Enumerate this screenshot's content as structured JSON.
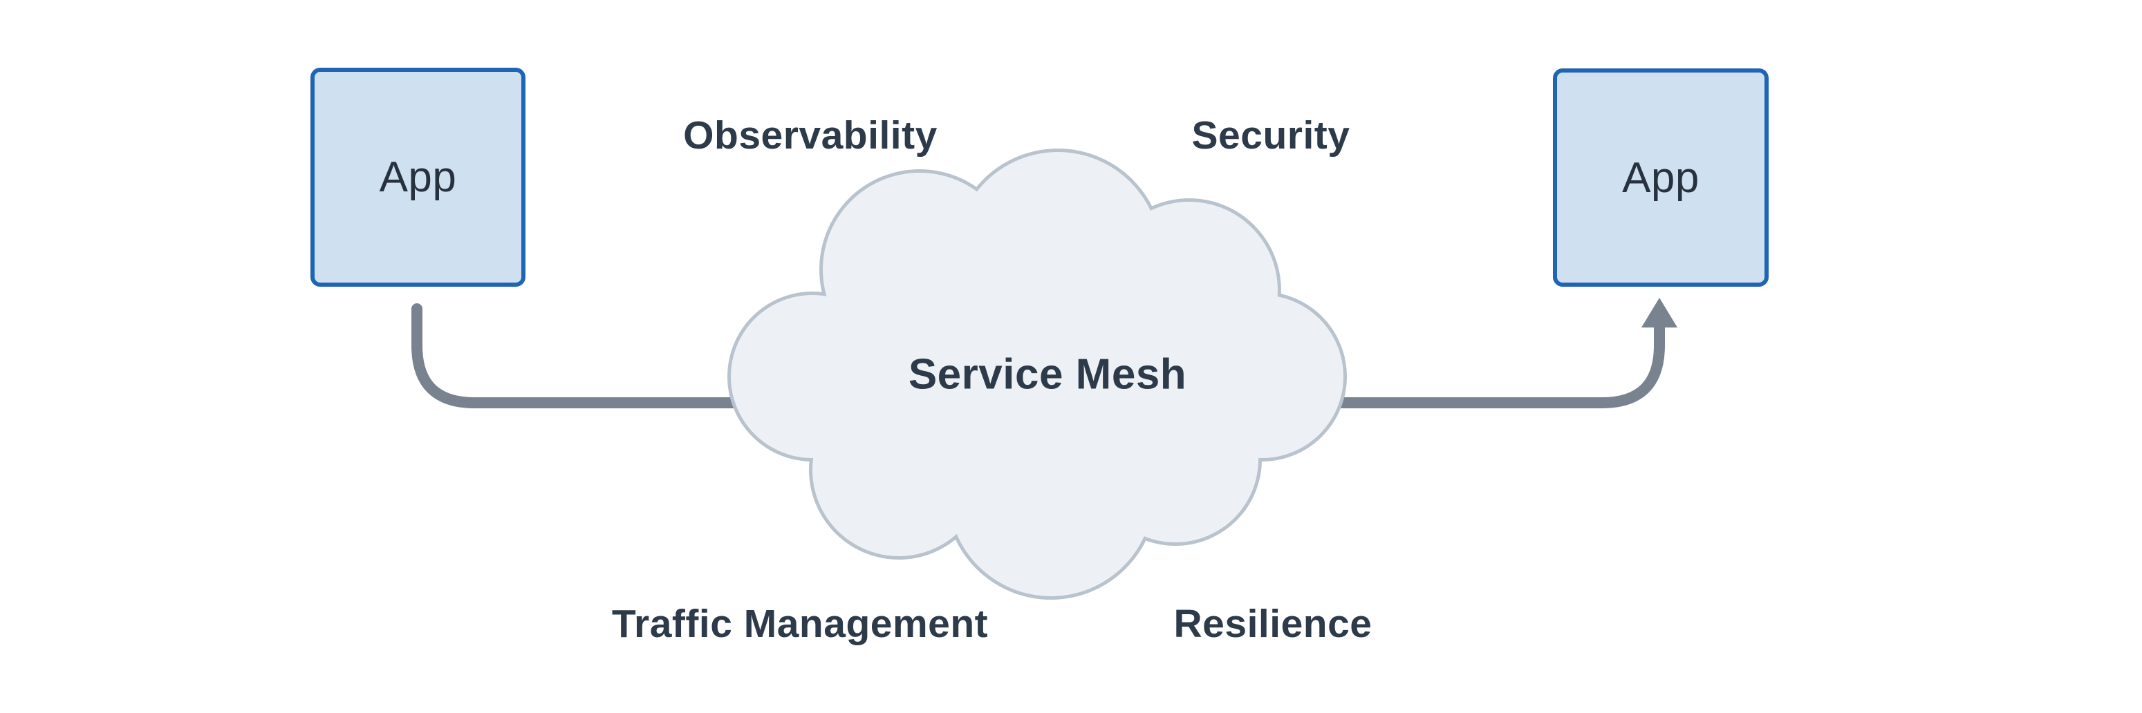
{
  "diagram": {
    "cloud_title": "Service Mesh",
    "left_app": {
      "label": "App"
    },
    "right_app": {
      "label": "App"
    },
    "feature_labels": {
      "top_left": "Observability",
      "top_right": "Security",
      "bottom_left": "Traffic Management",
      "bottom_right": "Resilience"
    },
    "colors": {
      "app_box_fill": "#cfe0f0",
      "app_box_border": "#2065b5",
      "cloud_fill": "#edf1f5",
      "cloud_border": "#b9c3ce",
      "connector_line": "#78838f",
      "text": "#2d3a4a",
      "background": "#ffffff"
    },
    "connector": {
      "description_from": "left App",
      "description_to": "right App",
      "passes_behind": "Service Mesh cloud"
    }
  }
}
